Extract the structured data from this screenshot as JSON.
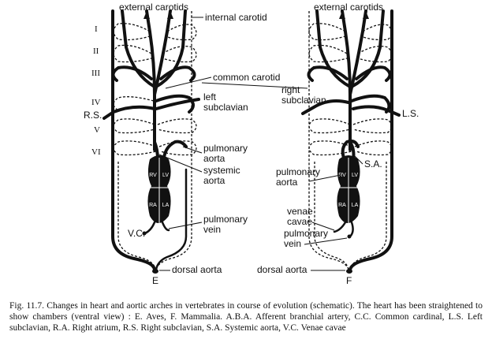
{
  "left_diagram": {
    "arch_numerals": [
      "I",
      "II",
      "III",
      "IV",
      "V",
      "VI"
    ],
    "labels": {
      "external_carotids": "external carotids",
      "internal_carotid": "internal carotid",
      "common_carotid": "common carotid",
      "left_subclavian_1": "left",
      "left_subclavian_2": "subclavian",
      "rs": "R.S.",
      "pulmonary_aorta_1": "pulmonary",
      "pulmonary_aorta_2": "aorta",
      "systemic_aorta_1": "systemic",
      "systemic_aorta_2": "aorta",
      "pulmonary_vein_1": "pulmonary",
      "pulmonary_vein_2": "vein",
      "vc": "V.C.",
      "dorsal_aorta": "dorsal aorta",
      "letter": "E"
    },
    "chambers": [
      "RV",
      "LV",
      "RA",
      "LA"
    ]
  },
  "right_diagram": {
    "labels": {
      "external_carotids": "external carotids",
      "right_subclavian_1": "right",
      "right_subclavian_2": "subclavian",
      "ls": "L.S.",
      "sa": "S.A.",
      "pulmonary_aorta_1": "pulmonary",
      "pulmonary_aorta_2": "aorta",
      "venae_cavae_1": "venae",
      "venae_cavae_2": "cavae",
      "pulmonary_vein_1": "pulmonary",
      "pulmonary_vein_2": "vein",
      "dorsal_aorta": "dorsal aorta",
      "letter": "F"
    },
    "chambers": [
      "RV",
      "LV",
      "RA",
      "LA"
    ]
  },
  "caption": "Fig. 11.7. Changes in heart and aortic arches in vertebrates in course of evolution (schematic). The heart has been straightened to show chambers (ventral view) : E. Aves, F. Mammalia. A.B.A. Afferent branchial artery, C.C. Common cardinal, L.S. Left subclavian, R.A. Right atrium, R.S. Right subclavian, S.A. Systemic aorta, V.C. Venae cavae"
}
